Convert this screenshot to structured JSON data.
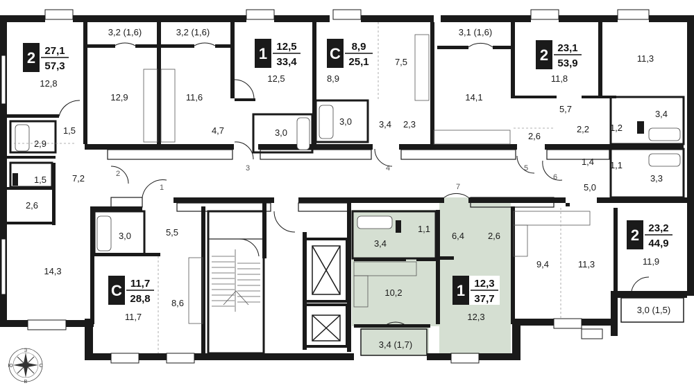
{
  "colors": {
    "wall": "#1a1a1a",
    "highlight_fill": "#d5dfd2",
    "badge_bg": "#1a1a1a",
    "background": "#ffffff"
  },
  "apartments": [
    {
      "id": "a1",
      "rooms": "2",
      "living": "27,1",
      "total": "57,3"
    },
    {
      "id": "a2",
      "rooms": "1",
      "living": "12,5",
      "total": "33,4"
    },
    {
      "id": "a3",
      "rooms": "С",
      "living": "8,9",
      "total": "25,1"
    },
    {
      "id": "a4",
      "rooms": "2",
      "living": "23,1",
      "total": "53,9"
    },
    {
      "id": "a5",
      "rooms": "2",
      "living": "23,2",
      "total": "44,9"
    },
    {
      "id": "a6",
      "rooms": "С",
      "living": "11,7",
      "total": "28,8"
    },
    {
      "id": "a7",
      "rooms": "1",
      "living": "12,3",
      "total": "37,7"
    }
  ],
  "rooms": [
    "12,8",
    "3,2 (1,6)",
    "3,2 (1,6)",
    "12,9",
    "11,6",
    "12,5",
    "8,9",
    "7,5",
    "3,1 (1,6)",
    "14,1",
    "11,8",
    "11,3",
    "1,5",
    "2,9",
    "4,7",
    "3,0",
    "3,0",
    "3,4",
    "2,3",
    "5,7",
    "2,2",
    "1,2",
    "3,4",
    "2,6",
    "7,2",
    "1,5",
    "2,6",
    "1,4",
    "1,1",
    "3,3",
    "5,0",
    "5,5",
    "3,0",
    "1,1",
    "3,4",
    "6,4",
    "2,6",
    "14,3",
    "8,6",
    "11,7",
    "10,2",
    "9,4",
    "11,3",
    "11,9",
    "12,3",
    "3,4 (1,7)",
    "3,0 (1,5)"
  ],
  "entries": [
    "1",
    "2",
    "3",
    "4",
    "5",
    "6",
    "7"
  ],
  "compass": {
    "n": "З",
    "e": "С",
    "s": "В",
    "w": "Ю"
  }
}
